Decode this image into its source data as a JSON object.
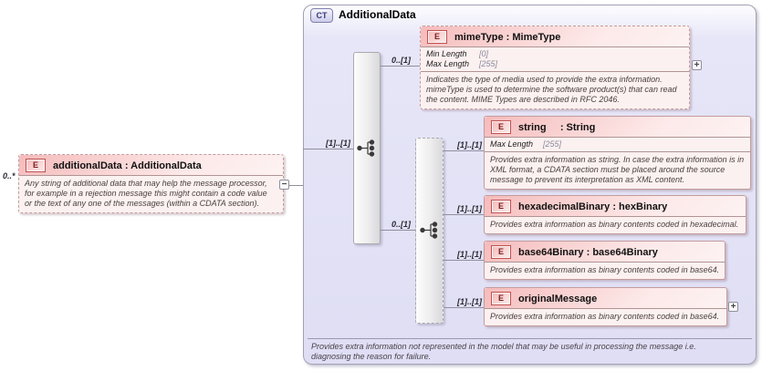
{
  "icons": {
    "expand": "+",
    "collapse": "−"
  },
  "complex_type": {
    "badge": "CT",
    "title": "AdditionalData",
    "footer_annotation": "Provides extra information not represented in the model that may be useful in processing the message i.e. diagnosing the reason for failure."
  },
  "root_element": {
    "badge": "E",
    "cardinality": "0..*",
    "title": "additionalData : AdditionalData",
    "annotation": "Any string of additional data that may help the message processor, for example in a rejection message this might contain a code value or the text of any one of the messages (within a CDATA section)."
  },
  "connectors": {
    "sequence": {
      "kind": "sequence",
      "cardinality": "[1]..[1]"
    },
    "choice": {
      "kind": "choice",
      "cardinality": "0..[1]"
    }
  },
  "elements": {
    "mime_type": {
      "badge": "E",
      "cardinality": "0..[1]",
      "title": "mimeType : MimeType",
      "facets": [
        {
          "name": "Min Length",
          "value": "[0]"
        },
        {
          "name": "Max Length",
          "value": "[255]"
        }
      ],
      "annotation": "Indicates the type of media used to provide the extra information. mimeType is used to determine the software product(s) that can read the content. MIME Types are described in RFC 2046."
    },
    "string": {
      "badge": "E",
      "cardinality": "[1]..[1]",
      "title": "string     : String",
      "facets": [
        {
          "name": "Max Length",
          "value": "[255]"
        }
      ],
      "annotation": "Provides extra information as string. In case the extra information is in XML format, a CDATA section must be placed around the source message to prevent its interpretation as XML content."
    },
    "hexadecimal_binary": {
      "badge": "E",
      "cardinality": "[1]..[1]",
      "title": "hexadecimalBinary : hexBinary",
      "annotation": "Provides extra information as binary contents coded in hexadecimal."
    },
    "base64_binary": {
      "badge": "E",
      "cardinality": "[1]..[1]",
      "title": "base64Binary : base64Binary",
      "annotation": "Provides extra information as binary contents coded in base64."
    },
    "original_message": {
      "badge": "E",
      "cardinality": "[1]..[1]",
      "title": "originalMessage",
      "annotation": "Provides extra information as binary contents coded in base64."
    }
  }
}
